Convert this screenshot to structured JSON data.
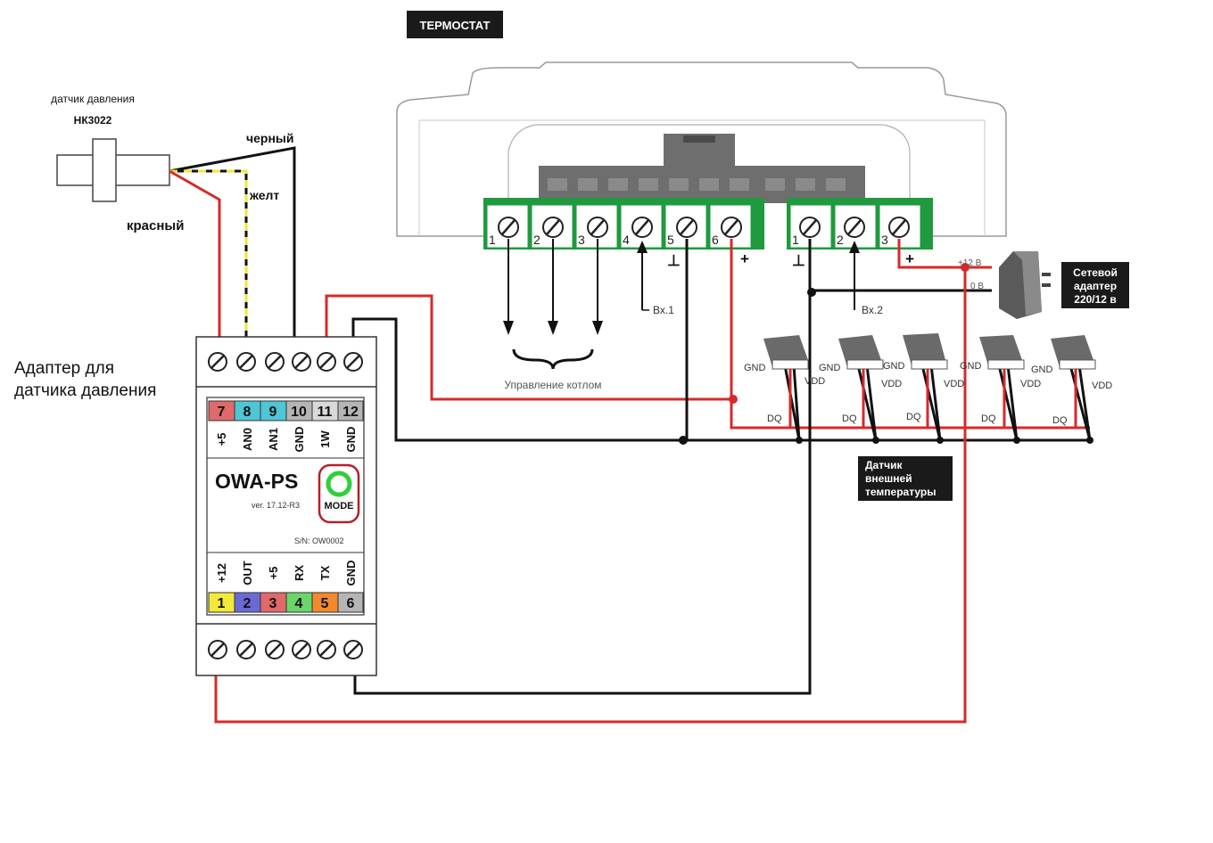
{
  "labels": {
    "thermostat": "ТЕРМОСТАТ",
    "sensor_title": "датчик давления",
    "sensor_model": "НК3022",
    "wire_black": "черный",
    "wire_yellow": "желт",
    "wire_red": "красный",
    "adapter_title_1": "Адаптер для",
    "adapter_title_2": "датчика давления",
    "boiler_control": "Управление котлом",
    "input1": "Вх.1",
    "input2": "Вх.2",
    "plus12": "+12 В",
    "zero_v": "0 В",
    "power_adapter_1": "Сетевой",
    "power_adapter_2": "адаптер",
    "power_adapter_3": "220/12 в",
    "outside_temp_1": "Датчик",
    "outside_temp_2": "внешней",
    "outside_temp_3": "температуры",
    "gnd": "GND",
    "vdd": "VDD",
    "dq": "DQ",
    "plus": "+",
    "ground": "⊥"
  },
  "device": {
    "name": "OWA-PS",
    "version": "ver. 17.12-R3",
    "serial": "S/N: OW0002",
    "mode": "MODE",
    "top_pins": [
      {
        "num": "7",
        "label": "+5",
        "color": "#e06a6a"
      },
      {
        "num": "8",
        "label": "AN0",
        "color": "#4fc6d6"
      },
      {
        "num": "9",
        "label": "AN1",
        "color": "#4fc6d6"
      },
      {
        "num": "10",
        "label": "GND",
        "color": "#b5b5b5"
      },
      {
        "num": "11",
        "label": "1W",
        "color": "#d9d9d9"
      },
      {
        "num": "12",
        "label": "GND",
        "color": "#b5b5b5"
      }
    ],
    "bottom_pins": [
      {
        "num": "1",
        "label": "+12",
        "color": "#f2e93a"
      },
      {
        "num": "2",
        "label": "OUT",
        "color": "#6a6ad6"
      },
      {
        "num": "3",
        "label": "+5",
        "color": "#e06a6a"
      },
      {
        "num": "4",
        "label": "RX",
        "color": "#6ad66a"
      },
      {
        "num": "5",
        "label": "TX",
        "color": "#f08a2a"
      },
      {
        "num": "6",
        "label": "GND",
        "color": "#b5b5b5"
      }
    ]
  },
  "terminals_left": [
    "1",
    "2",
    "3",
    "4",
    "5",
    "6"
  ],
  "terminals_right": [
    "1",
    "2",
    "3"
  ],
  "colors": {
    "terminal_green": "#1f9a3e",
    "wire_red": "#d62a2a",
    "wire_black": "#111111",
    "wire_yellow": "#f1e43c",
    "badge": "#1a1a1a",
    "mode_ring": "#2fcf3a",
    "mode_border": "#b3202a"
  }
}
